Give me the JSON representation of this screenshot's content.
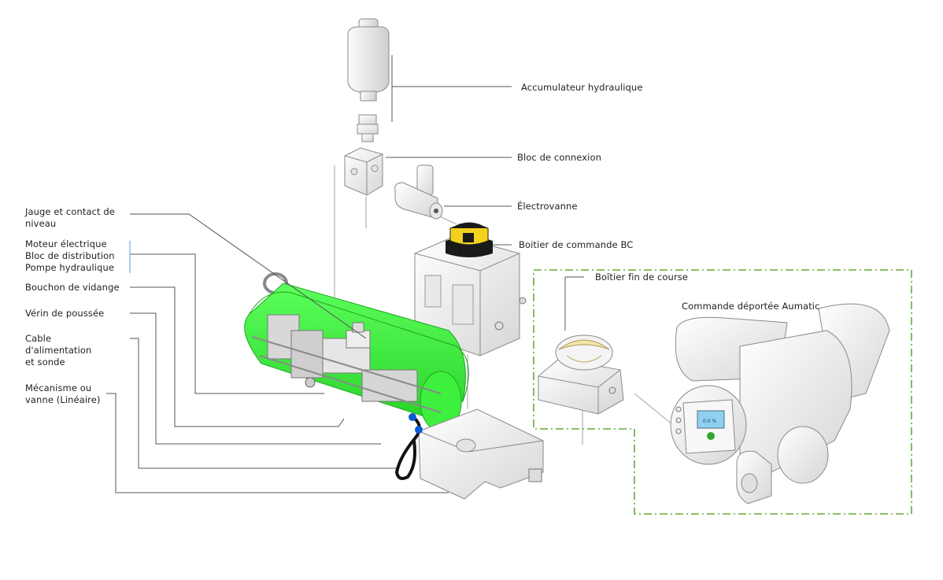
{
  "labels": {
    "accumulateur": "Accumulateur hydraulique",
    "bloc_connexion": "Bloc de connexion",
    "electrovanne": "Électrovanne",
    "boitier_bc": "Boitier de commande BC",
    "fin_course": "Boîtier fin de course",
    "auma": "Commande déportée Aumatic",
    "jauge_1": "Jauge et contact de",
    "jauge_2": "niveau",
    "moteur": "Moteur électrique",
    "bloc_distribution": "Bloc de distribution",
    "pompe": "Pompe hydraulique",
    "bouchon": "Bouchon de vidange",
    "verin": "Vérin de poussée",
    "cable_1": "Cable",
    "cable_2": "d'alimentation",
    "cable_3": "et sonde",
    "mecanisme_1": "Mécanisme ou",
    "mecanisme_2": "vanne (Linéaire)"
  },
  "display": {
    "screen_value": "0.0 %"
  },
  "colors": {
    "highlight_green": "#3ef03e",
    "dash_green": "#5fae3c",
    "leader_line": "#555555",
    "bracket_blue": "#7aa9d8",
    "part_fill": "#f2f2f2",
    "part_stroke": "#8a8a8a",
    "bc_yellow": "#f2d21b"
  }
}
